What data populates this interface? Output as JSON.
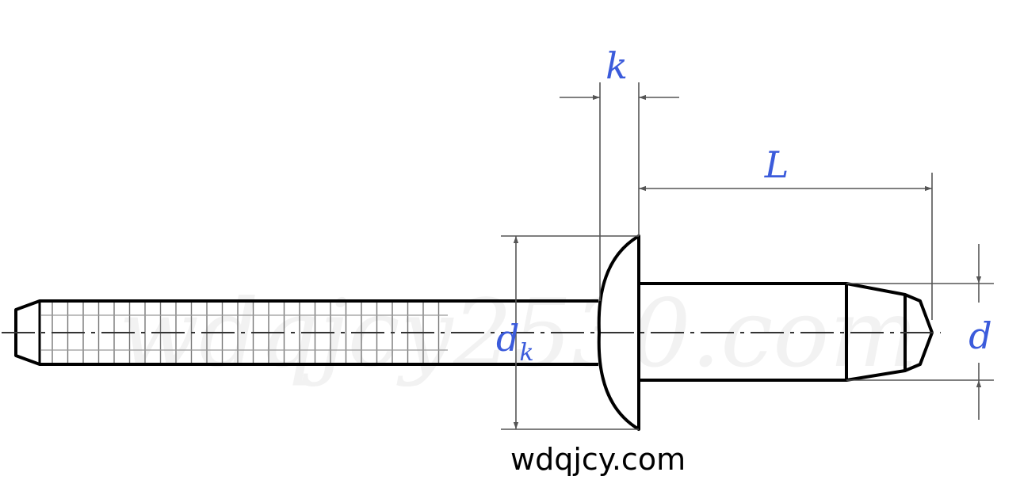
{
  "diagram": {
    "labels": {
      "head_height": "k",
      "length": "L",
      "head_diameter_base": "d",
      "head_diameter_subscript": "k",
      "body_diameter": "d"
    },
    "watermark": "wdqjcy2530.com",
    "caption": "wdqjcy.com"
  },
  "colors": {
    "outline": "#000000",
    "dimension_line": "#555555",
    "label": "#3b5bdb",
    "watermark": "#f2f2f2"
  }
}
